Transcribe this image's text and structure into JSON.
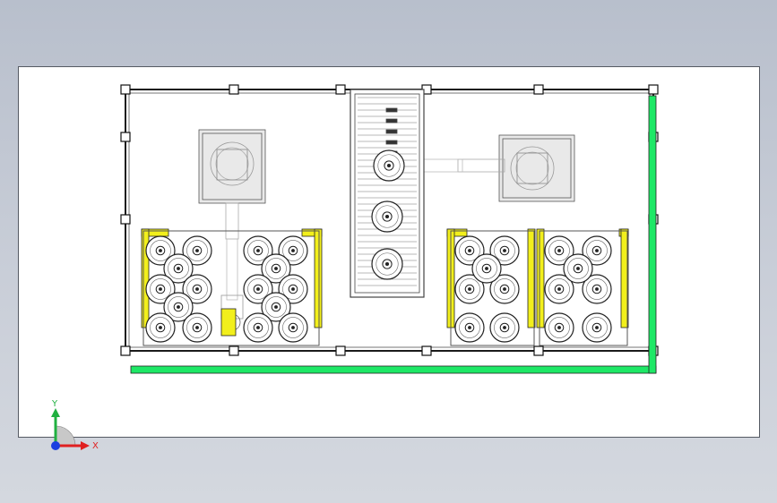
{
  "app": {
    "view": "CAD top view",
    "colors": {
      "background": "#c3c9d4",
      "sheet": "#ffffff",
      "frame_line": "#1a1a1a",
      "guard_green": "#1ee866",
      "bracket_yellow": "#f2ef1c",
      "robot_gray": "#9a9a9a",
      "pallet_gray": "#b8b8b8"
    }
  },
  "scene": {
    "icons": [
      "fence-frame",
      "left-robot-icon",
      "right-robot-icon",
      "center-conveyor",
      "left-pallet-spools",
      "right-pallet-spools",
      "green-safety-guard",
      "yellow-corner-brackets"
    ],
    "spool_counts": {
      "left_pallet": 16,
      "right_pallet_a": 7,
      "right_pallet_b": 7,
      "conveyor": 3
    }
  },
  "triad": {
    "y_label": "Y",
    "x_label": "X",
    "colors": {
      "x": "#e02020",
      "y": "#20b040",
      "z": "#1a40e0"
    }
  }
}
